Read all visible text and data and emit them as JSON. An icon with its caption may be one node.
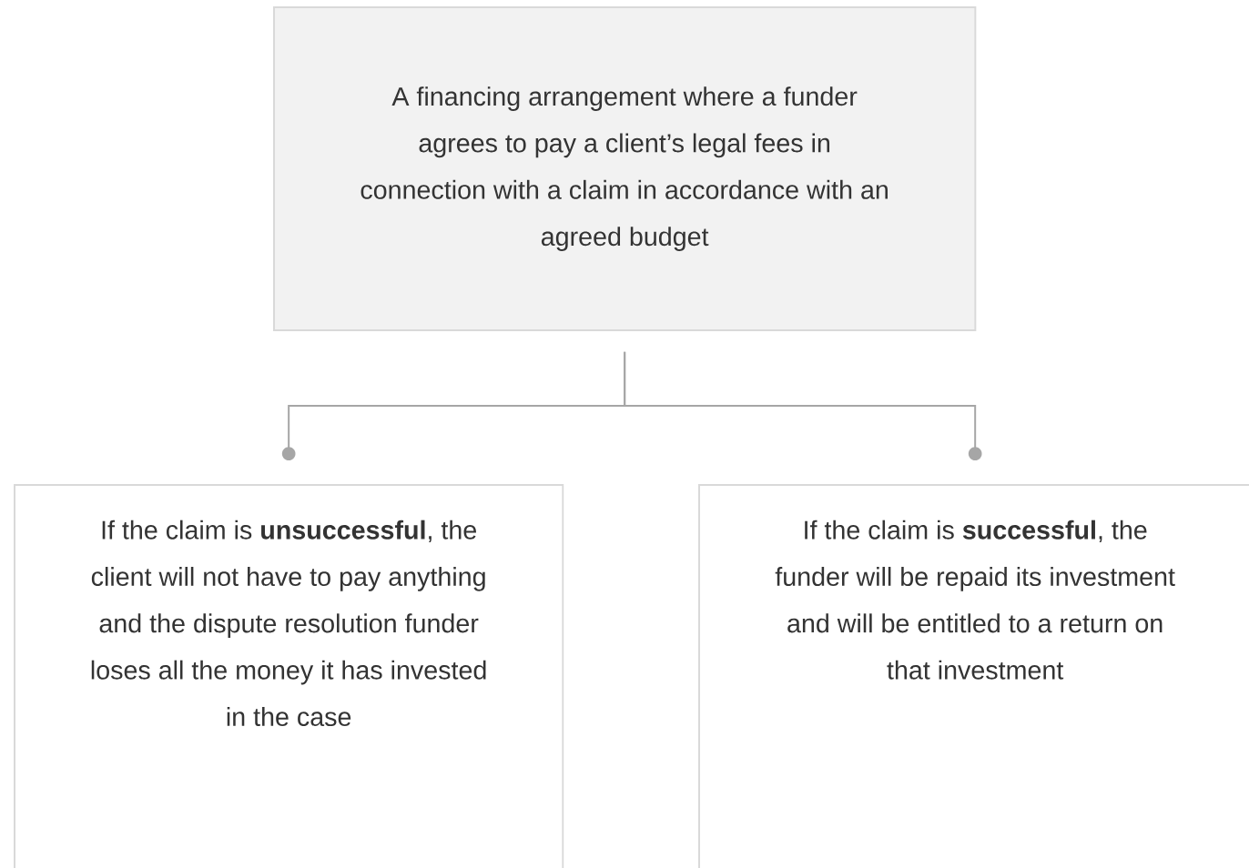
{
  "diagram": {
    "nodes": [
      {
        "text": [
          "A financing arrangement where a funder agrees to pay a client’s legal fees in connection with a claim in accordance with an agreed budget"
        ]
      },
      {
        "text": [
          "If the claim is **unsuccessful**, the client will not have to pay anything and the dispute resolution funder loses all the money it has invested in the case"
        ]
      },
      {
        "text": [
          "If the claim is **successful**, the funder will be repaid its investment and will be entitled to a return on that investment"
        ]
      }
    ],
    "edges": [
      {
        "from": 0,
        "to": 1,
        "arrow": "other"
      },
      {
        "from": 0,
        "to": 2,
        "arrow": "other"
      }
    ]
  }
}
